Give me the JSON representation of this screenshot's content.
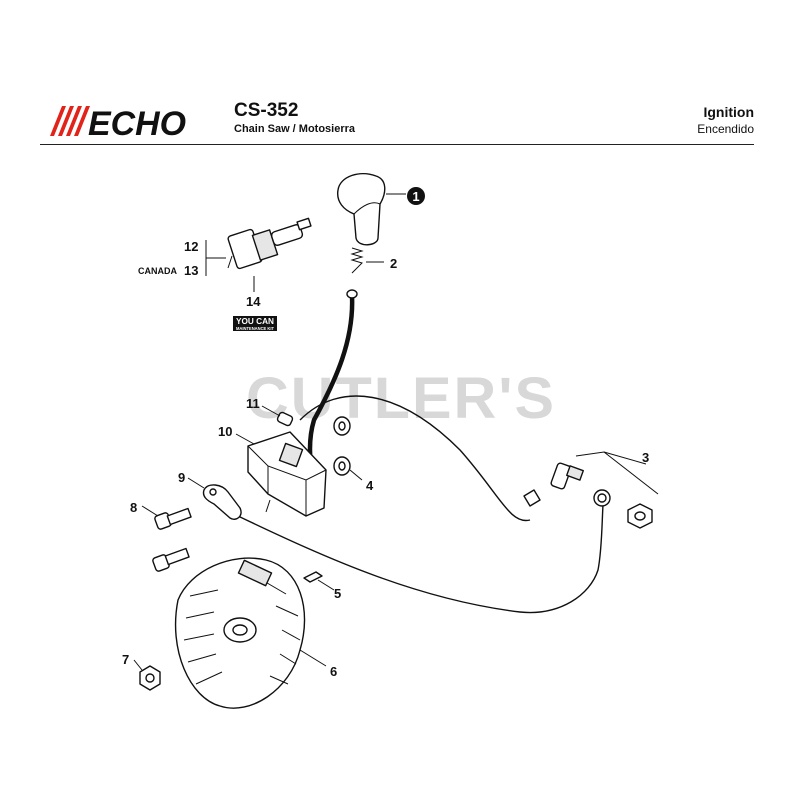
{
  "header": {
    "brand": "ECHO",
    "model": "CS-352",
    "subtitle": "Chain Saw / Motosierra",
    "section_title": "Ignition",
    "section_subtitle": "Encendido"
  },
  "watermark": "CUTLER'S",
  "callouts": {
    "c1": "1",
    "c2": "2",
    "c3": "3",
    "c4": "4",
    "c5": "5",
    "c6": "6",
    "c7": "7",
    "c8": "8",
    "c9": "9",
    "c10": "10",
    "c11": "11",
    "c12": "12",
    "c13": "13",
    "c13_prefix": "CANADA",
    "c14": "14"
  },
  "kit_badge": {
    "top": "YOU CAN",
    "bottom": "MAINTENANCE KIT"
  },
  "colors": {
    "brand_red": "#e2231a",
    "ink": "#111111",
    "watermark": "#d8d8d8"
  }
}
